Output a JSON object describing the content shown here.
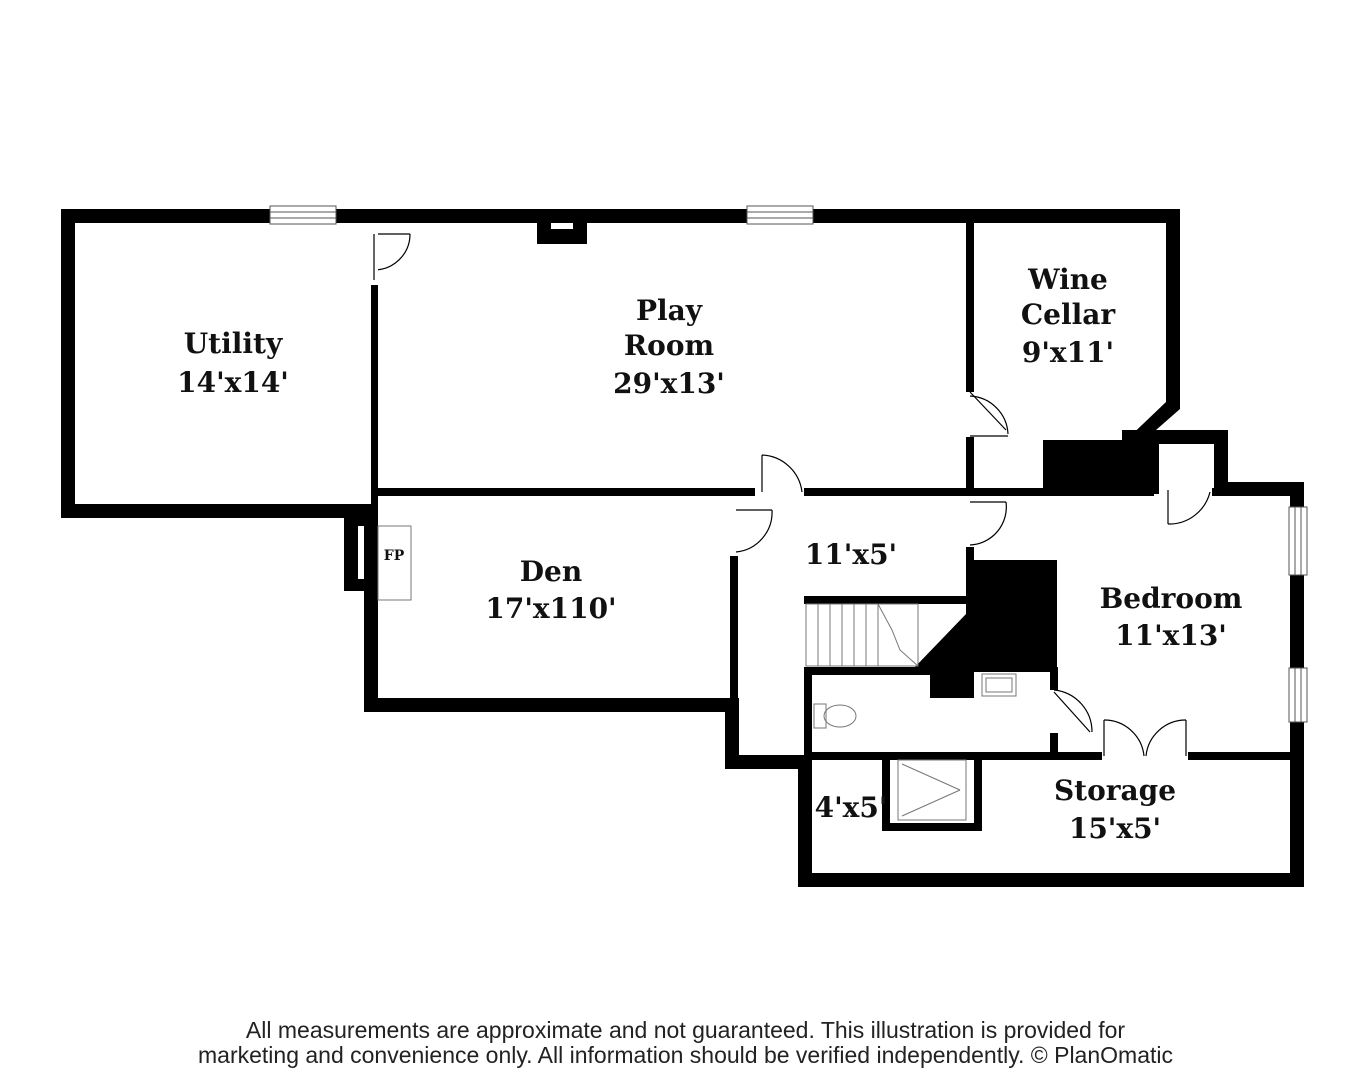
{
  "rooms": {
    "utility": {
      "name": "Utility",
      "size": "14'x14'"
    },
    "play_room": {
      "name_line1": "Play",
      "name_line2": "Room",
      "size": "29'x13'"
    },
    "wine_cellar": {
      "name_line1": "Wine",
      "name_line2": "Cellar",
      "size": "9'x11'"
    },
    "den": {
      "name": "Den",
      "size": "17'x110'"
    },
    "hall": {
      "size": "11'x5'"
    },
    "bedroom": {
      "name": "Bedroom",
      "size": "11'x13'"
    },
    "bath": {
      "size": "4'x5'"
    },
    "storage": {
      "name": "Storage",
      "size": "15'x5'"
    }
  },
  "fireplace_label": "FP",
  "disclaimer": {
    "line1": "All measurements are approximate and not guaranteed. This illustration is provided for",
    "line2": "marketing and convenience only. All information should be verified independently. © PlanOmatic"
  }
}
